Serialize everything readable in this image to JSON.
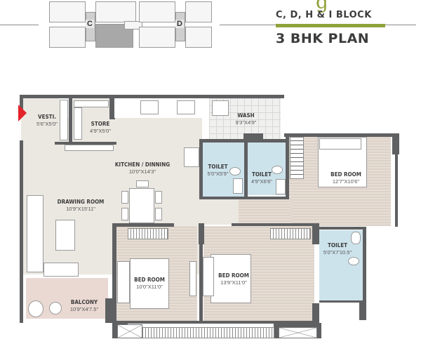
{
  "header": {
    "brand_fragment": "g",
    "block_title": "C, D, H & I BLOCK",
    "plan_title": "3 BHK PLAN",
    "accent_color": "#8fa33a",
    "text_color": "#3c3c3c"
  },
  "key_plan": {
    "block_labels": [
      "C",
      "D"
    ],
    "highlight_color": "#a8a8a8"
  },
  "entry_marker": {
    "icon": "entry-arrow-icon",
    "color": "#e4232a"
  },
  "rooms": {
    "vesti": {
      "name": "VESTI.",
      "dims": "5'6\"X5'0\""
    },
    "store": {
      "name": "STORE",
      "dims": "4'9\"X5'0\""
    },
    "wash": {
      "name": "WASH",
      "dims": "9'3\"X4'9\""
    },
    "kitchen": {
      "name": "KITCHEN / DINNING",
      "dims": "10'0\"X14'3\""
    },
    "toilet1": {
      "name": "TOILET",
      "dims": "5'0\"X5'9\""
    },
    "toilet2": {
      "name": "TOILET",
      "dims": "4'9\"X6'6\""
    },
    "bedroom1": {
      "name": "BED ROOM",
      "dims": "12'7\"X10'6\""
    },
    "drawing": {
      "name": "DRAWING ROOM",
      "dims": "10'9\"X15'11\""
    },
    "toilet3": {
      "name": "TOILET",
      "dims": "5'0\"X7'10.5\""
    },
    "bedroom2": {
      "name": "BED ROOM",
      "dims": "10'0\"X11'0\""
    },
    "bedroom3": {
      "name": "BED ROOM",
      "dims": "13'9\"X11'0\""
    },
    "balcony": {
      "name": "BALCONY",
      "dims": "10'9\"X4'7.5\""
    }
  },
  "colors": {
    "wall": "#5f6062",
    "floor": "#eae8e1",
    "wood": "#ddd2c8",
    "bath": "#cde3ec",
    "balcony": "#ead9d3"
  }
}
